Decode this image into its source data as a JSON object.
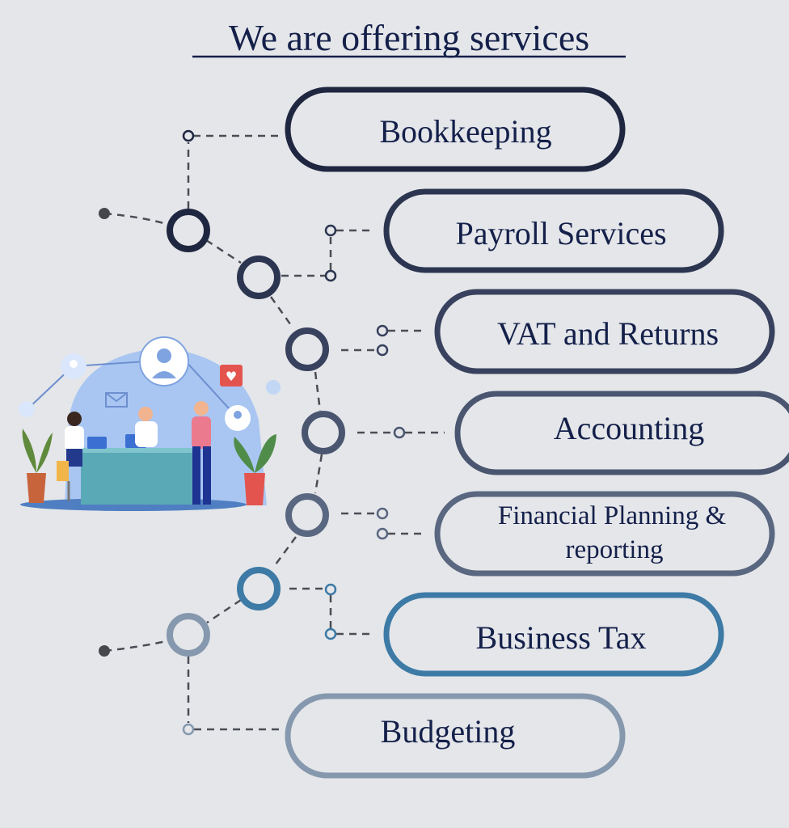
{
  "title": "We are offering services",
  "services": [
    {
      "label": "Bookkeeping",
      "color": "#1f2640"
    },
    {
      "label": "Payroll Services",
      "color": "#2c3550"
    },
    {
      "label": "VAT and Returns",
      "color": "#38415d"
    },
    {
      "label": "Accounting",
      "color": "#4a5570"
    },
    {
      "label_line1": "Financial Planning &",
      "label_line2": "reporting",
      "color": "#5a6780"
    },
    {
      "label": "Business Tax",
      "color": "#3d7aa6"
    },
    {
      "label": "Budgeting",
      "color": "#8698ae"
    }
  ],
  "colors": {
    "background": "#e4e6e9",
    "text": "#14204a",
    "connector": "#4a4d55"
  }
}
